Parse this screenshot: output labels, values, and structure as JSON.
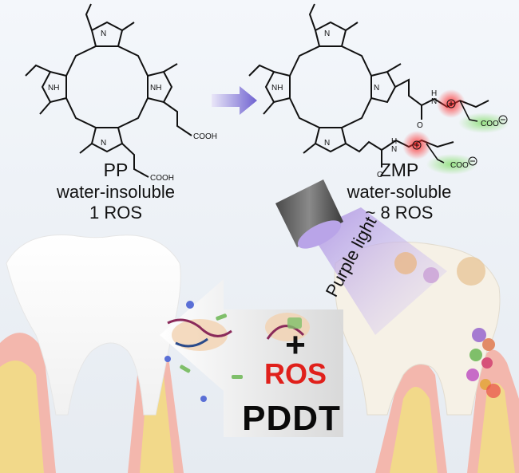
{
  "molecules": {
    "left": {
      "name": "PP",
      "solubility": "water-insoluble",
      "ros": "1 ROS",
      "group_label": "COOH",
      "nh_label": "NH",
      "n_label": "N"
    },
    "right": {
      "name": "ZMP",
      "solubility": "water-soluble",
      "ros": "~ 8 ROS",
      "coo_label": "COO",
      "nh_label": "NH",
      "n_label": "N",
      "amide_h": "H",
      "amide_n": "N",
      "amide_o": "O"
    }
  },
  "illumination": {
    "label": "Purple light"
  },
  "treatment": {
    "plus": "+",
    "ros": "ROS",
    "name": "PDDT"
  },
  "colors": {
    "ros_red": "#e0201b",
    "light_purple": "#b9a4e8",
    "arrow_purple": "#7b6fd6",
    "gum_pink": "#f3b7ad",
    "bone_yellow": "#f2d98a"
  }
}
